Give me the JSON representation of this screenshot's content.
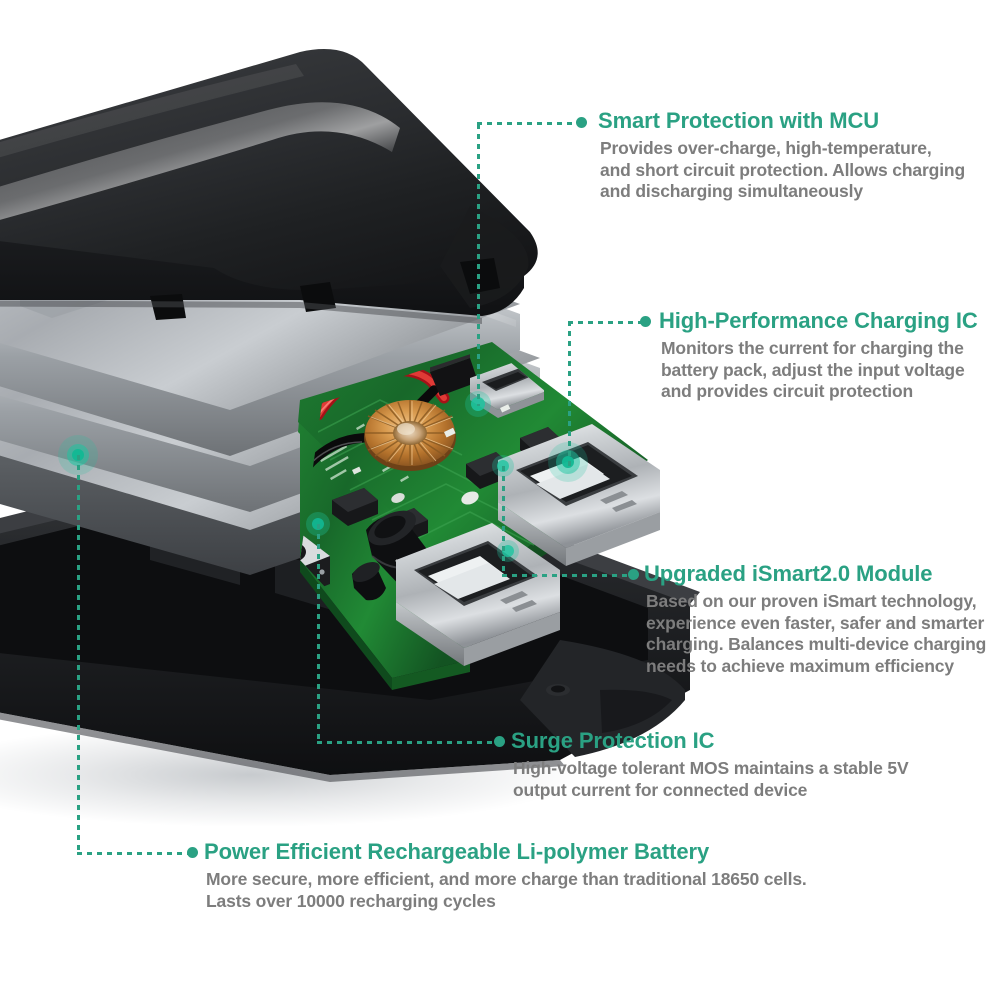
{
  "product": {
    "name": "portable-power-bank-exploded-view",
    "description": "Exploded three-quarter view of a power bank: black top lid, silver battery pack layers, green circuit board with copper inductor and USB ports, black bottom housing",
    "colors": {
      "accent_teal": "#2aa183",
      "glow_teal": "#1ec4a0",
      "heading_teal": "#2aa183",
      "body_gray": "#7d7d7d",
      "case_black": "#2a2b2d",
      "battery_silver": "#b8bcc0",
      "pcb_green": "#1d7a2e",
      "copper": "#c98a3c",
      "usb_metal": "#d6d9dc",
      "wire_red": "#d9232a",
      "background": "#ffffff"
    }
  },
  "callouts": [
    {
      "id": "smart-protection-mcu",
      "heading": "Smart Protection with MCU",
      "body": [
        "Provides over-charge, high-temperature,",
        "and short circuit protection. Allows charging",
        "and discharging simultaneously"
      ]
    },
    {
      "id": "high-performance-charging-ic",
      "heading": "High-Performance Charging IC",
      "body": [
        "Monitors the current for charging the",
        "battery pack, adjust the input voltage",
        "and provides circuit protection"
      ]
    },
    {
      "id": "upgraded-ismart-module",
      "heading": "Upgraded iSmart2.0 Module",
      "body": [
        "Based on our proven iSmart technology,",
        "experience even faster, safer and smarter",
        "charging. Balances multi-device charging",
        "needs to achieve maximum efficiency"
      ]
    },
    {
      "id": "surge-protection-ic",
      "heading": "Surge Protection IC",
      "body": [
        "High-voltage tolerant MOS maintains a stable 5V",
        "output current for connected device"
      ]
    },
    {
      "id": "li-polymer-battery",
      "heading": "Power Efficient Rechargeable Li-polymer Battery",
      "body": [
        "More secure, more efficient, and more charge than traditional 18650 cells.",
        "Lasts over 10000 recharging cycles"
      ]
    }
  ]
}
